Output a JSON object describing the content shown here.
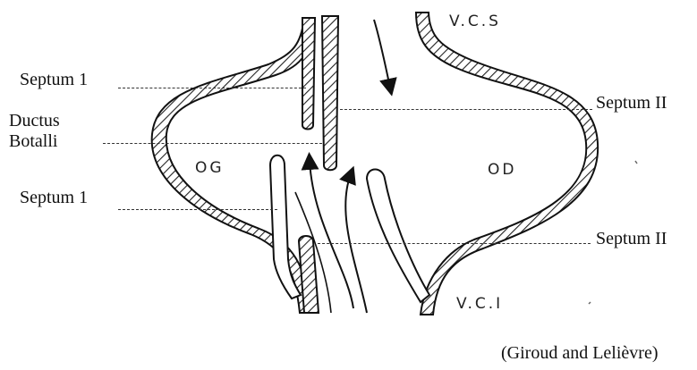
{
  "labels": {
    "septum1_top": "Septum 1",
    "ductus_line1": "Ductus",
    "ductus_line2": "Botalli",
    "septum1_bottom": "Septum 1",
    "septum2_top": "Septum II",
    "septum2_bottom": "Septum II",
    "og": "OG",
    "od": "OD",
    "vcs": "V.C.S",
    "vci": "V.C.I"
  },
  "caption": "(Giroud and Lelièvre)"
}
